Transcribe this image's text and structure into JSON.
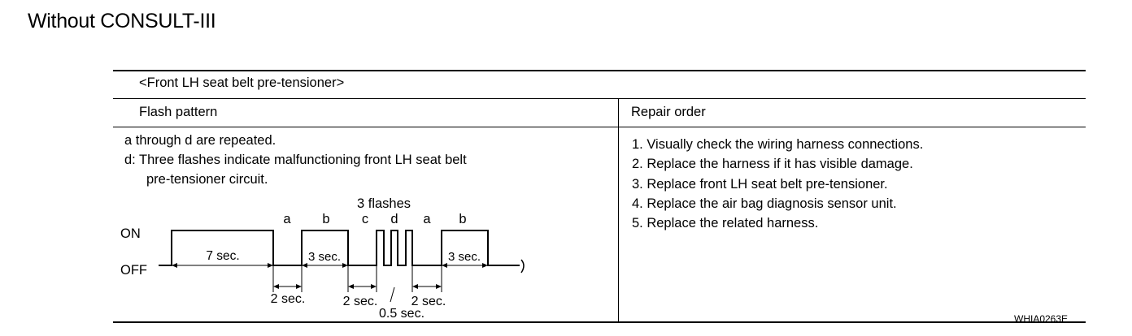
{
  "page": {
    "heading": "Without CONSULT-III",
    "figure_code": "WHIA0263E"
  },
  "table": {
    "section_title": "<Front LH seat belt pre-tensioner>",
    "columns": {
      "left": "Flash pattern",
      "right": "Repair order"
    }
  },
  "flash_pattern": {
    "notes": [
      "a through d are repeated.",
      "d: Three flashes indicate malfunctioning front LH seat belt",
      "pre-tensioner circuit."
    ],
    "diagram": {
      "group_label": "3 flashes",
      "segment_labels": [
        "a",
        "b",
        "c",
        "d",
        "a",
        "b"
      ],
      "level_on": "ON",
      "level_off": "OFF",
      "durations": {
        "first_on": "7 sec.",
        "b_on": "3 sec.",
        "b2_on": "3 sec.",
        "a_off": "2 sec.",
        "c_off": "2 sec.",
        "pulse": "0.5 sec.",
        "a2_off": "2 sec."
      }
    }
  },
  "repair_order": {
    "steps": [
      "1. Visually check the wiring harness connections.",
      "2. Replace the harness if it has visible damage.",
      "3. Replace front LH seat belt pre-tensioner.",
      "4. Replace the air bag diagnosis sensor unit.",
      "5. Replace the related harness."
    ]
  }
}
